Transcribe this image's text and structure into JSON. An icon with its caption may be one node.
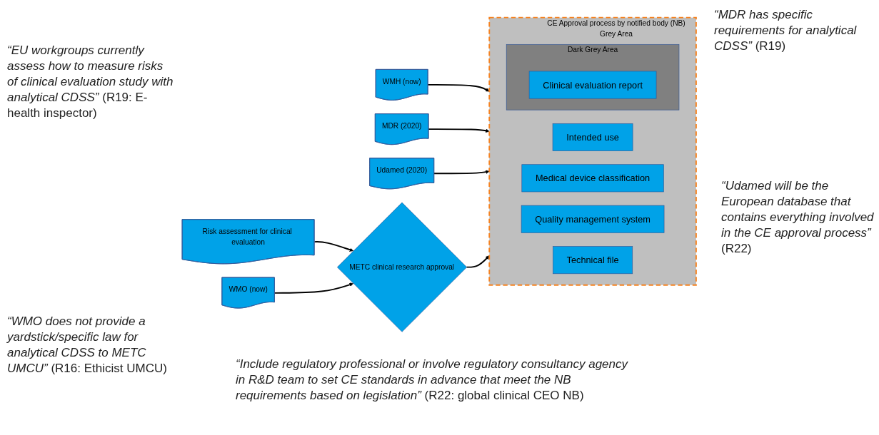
{
  "diagram": {
    "nodes": [
      {
        "text": [
          "WMH (now)"
        ]
      },
      {
        "text": [
          "MDR (2020)"
        ]
      },
      {
        "text": [
          "Udamed (2020)"
        ]
      },
      {
        "text": [
          "Risk assessment for clinical evaluation"
        ]
      },
      {
        "text": [
          "METC clinical research approval"
        ]
      },
      {
        "text": [
          "CE Approval process by notified body (NB)",
          "Grey Area"
        ]
      },
      {
        "text": [
          "Intended use"
        ],
        "in": 5
      },
      {
        "text": [
          "Medical device classification"
        ],
        "in": 5
      },
      {
        "text": [
          "Quality management system"
        ],
        "in": 5
      },
      {
        "text": [
          "Technical file"
        ],
        "in": 5
      },
      {
        "text": [
          "Dark Grey Area"
        ],
        "in": 5
      },
      {
        "text": [
          "Clinical evaluation report"
        ],
        "in": 10
      },
      {
        "text": [
          "WMO (now)"
        ]
      }
    ],
    "edges": [
      {
        "from": 0,
        "to": 5,
        "arrow": "to"
      },
      {
        "from": 1,
        "to": 5,
        "arrow": "to"
      },
      {
        "from": 2,
        "to": 5,
        "arrow": "to"
      },
      {
        "from": 3,
        "to": 4,
        "arrow": "to"
      },
      {
        "from": 4,
        "to": 5,
        "arrow": "to"
      },
      {
        "from": 12,
        "to": 4,
        "arrow": "to"
      }
    ],
    "labels": [
      "*“MDR has specific requirements for analytical CDSS”* (R19)",
      "*“EU workgroups currently assess how to measure risks of clinical evaluation study with analytical CDSS”* (R19: E-health inspector)",
      "*“Udamed will be the European database that contains everything involved in the CE approval process”* (R22)",
      "*“WMO does not provide a yardstick/specific law for analytical CDSS to METC UMCU”* (R16: Ethicist UMCU)",
      "*“Include regulatory professional or involve regulatory consultancy agency in R&D team to set CE standards in advance that meet the NB requirements based on legislation”* (R22: global clinical CEO NB)"
    ]
  }
}
